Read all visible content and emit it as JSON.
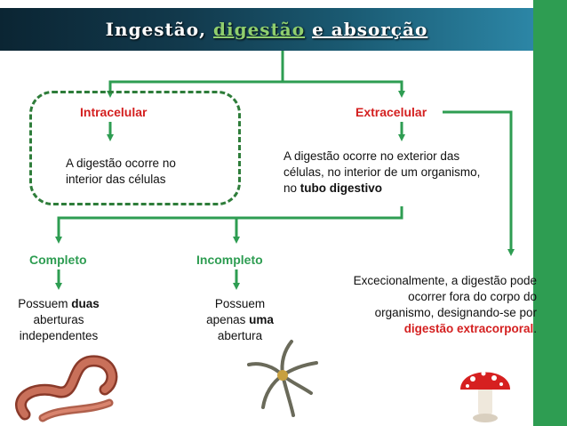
{
  "title": {
    "part1": "Ingestão,",
    "part2": "digestão",
    "part3": "e absorção"
  },
  "nodes": {
    "intracelular": "Intracelular",
    "extracelular": "Extracelular",
    "completo": "Completo",
    "incompleto": "Incompleto"
  },
  "texts": {
    "intracelular_desc": "A digestão ocorre no interior das células",
    "extracelular_desc_pre": "A digestão ocorre no exterior das células, no interior de um organismo, no ",
    "extracelular_desc_bold": "tubo digestivo",
    "completo_pre": "Possuem ",
    "completo_bold": "duas",
    "completo_post": " aberturas independentes",
    "incompleto_pre": "Possuem apenas ",
    "incompleto_bold": "uma",
    "incompleto_post": " abertura",
    "extracorporal_pre": "Excecionalmente, a digestão pode ocorrer fora do corpo do organismo, designando-se por ",
    "extracorporal_bold": "digestão extracorporal",
    "extracorporal_post": "."
  },
  "colors": {
    "arrow": "#2e9d52",
    "red_label": "#d42020",
    "band": "#2e9d52",
    "title_bg": "#0b2533"
  },
  "icons": [
    "earthworm-image",
    "hydra-image",
    "mushroom-image"
  ]
}
